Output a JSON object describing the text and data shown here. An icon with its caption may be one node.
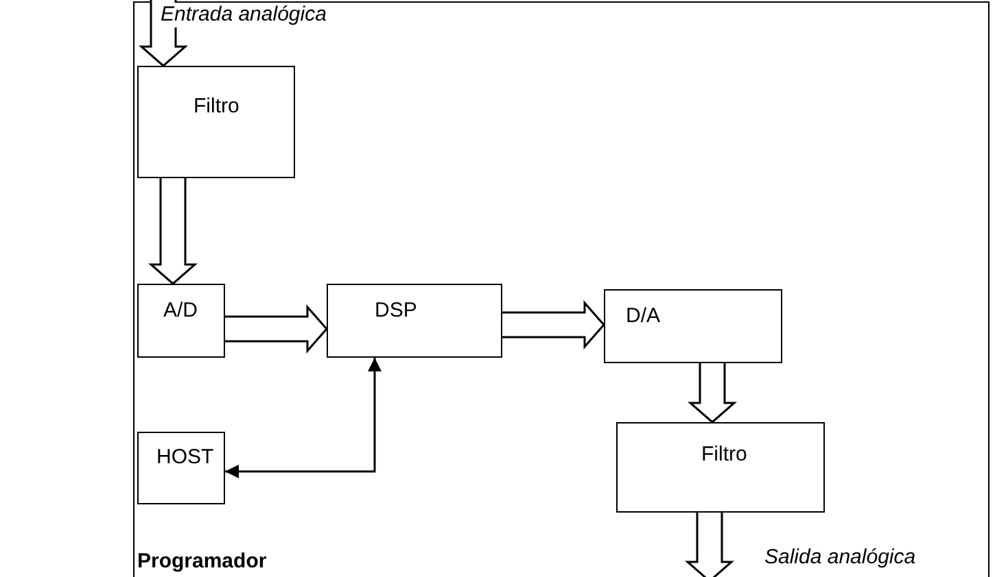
{
  "diagram": {
    "nodes": [
      {
        "text": [
          "Filtro"
        ]
      },
      {
        "text": [
          "A/D"
        ]
      },
      {
        "text": [
          "DSP"
        ]
      },
      {
        "text": [
          "D/A"
        ]
      },
      {
        "text": [
          "HOST"
        ]
      },
      {
        "text": [
          "Filtro"
        ]
      }
    ],
    "edges": [
      {
        "from": null,
        "to": 0,
        "arrow": "to",
        "label": "Entrada analógica",
        "style": "thick"
      },
      {
        "from": 0,
        "to": 1,
        "arrow": "to",
        "style": "thick"
      },
      {
        "from": 1,
        "to": 2,
        "arrow": "to",
        "style": "thick"
      },
      {
        "from": 2,
        "to": 3,
        "arrow": "to",
        "style": "thick"
      },
      {
        "from": 3,
        "to": 5,
        "arrow": "to",
        "style": "thick"
      },
      {
        "from": 5,
        "to": null,
        "arrow": "to",
        "label": "Salida analógica",
        "style": "thick"
      },
      {
        "from": 2,
        "to": 4,
        "arrow": "both"
      }
    ],
    "labels": [
      "Programador"
    ]
  }
}
